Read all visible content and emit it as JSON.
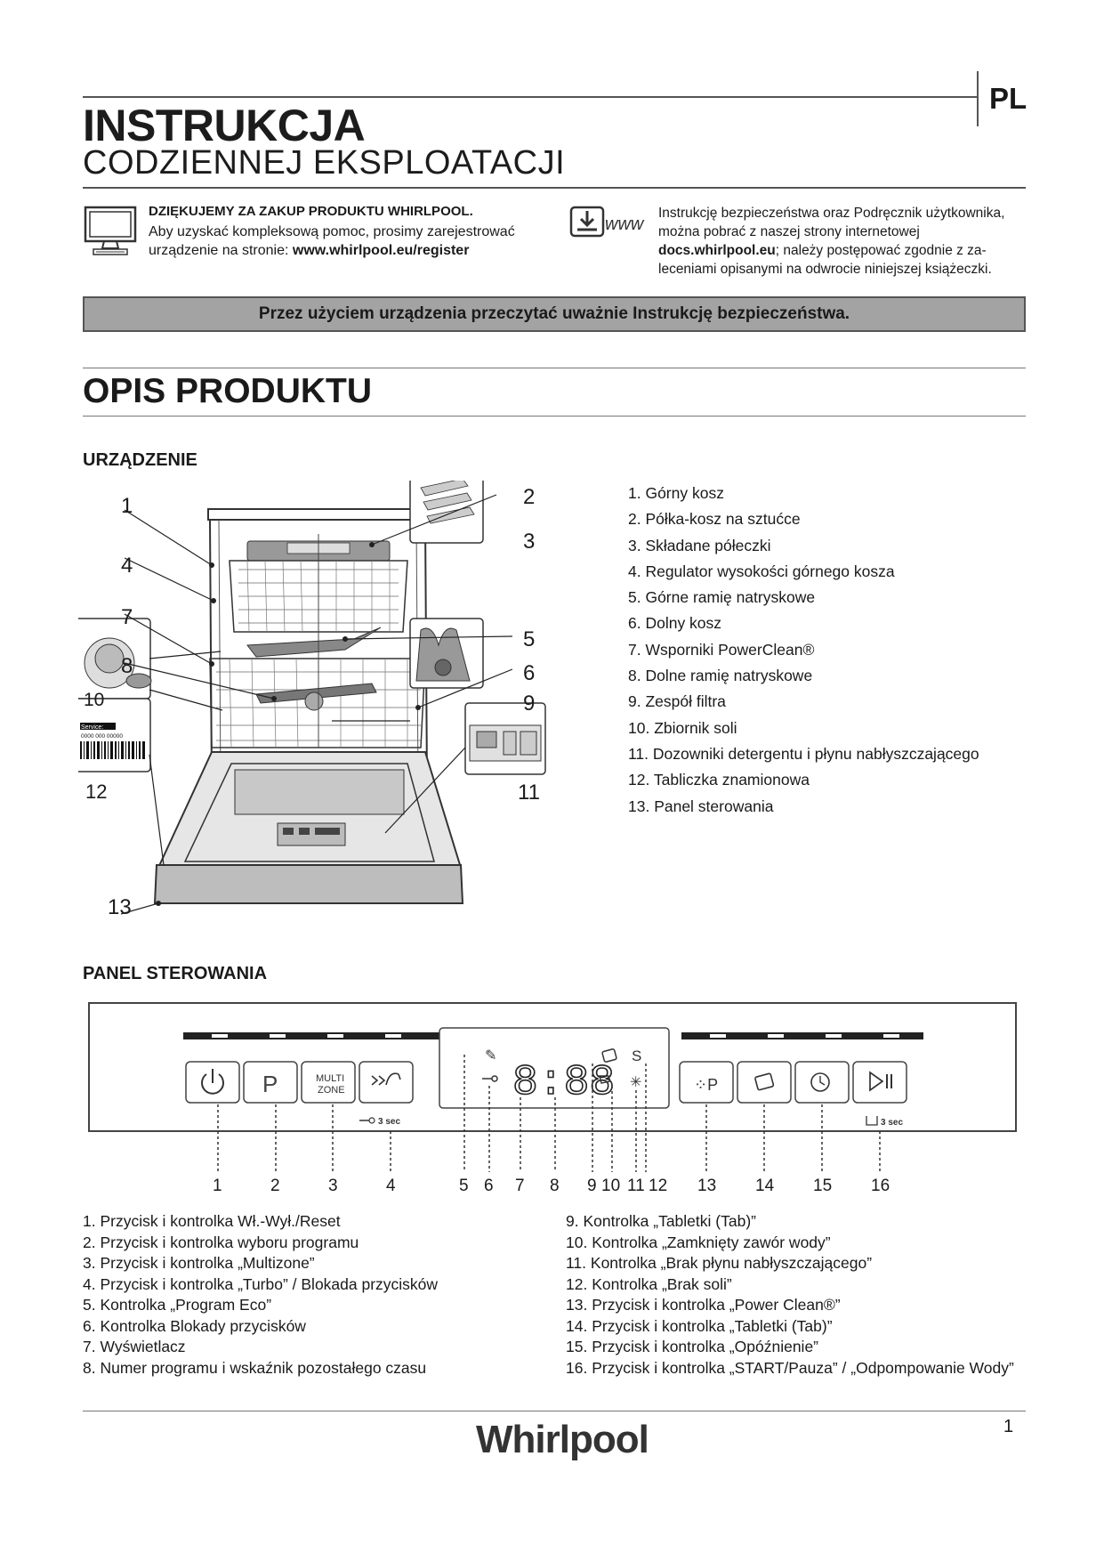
{
  "header": {
    "language": "PL",
    "title_main": "INSTRUKCJA",
    "title_sub": "CODZIENNEJ EKSPLOATACJI"
  },
  "thanks": {
    "heading": "DZIĘKUJEMY ZA ZAKUP PRODUKTU WHIRLPOOL.",
    "text_line1": "Aby uzyskać kompleksową pomoc, prosimy zarejestrować",
    "text_line2_prefix": "urządzenie na stronie: ",
    "link": "www.whirlpool.eu/register",
    "icon": "monitor-icon"
  },
  "docs": {
    "icon": "download-www-icon",
    "icon_text": "www",
    "line1": "Instrukcję bezpieczeństwa oraz Podręcznik użytkownika,",
    "line2": "można pobrać z naszej strony internetowej",
    "link": "docs.whirlpool.eu",
    "line3_suffix": "; należy postępować zgodnie z za-",
    "line4": "leceniami opisanymi na odwrocie niniejszej książeczki."
  },
  "banner": "Przez użyciem urządzenia przeczytać uważnie Instrukcję bezpieczeństwa.",
  "section_title": "OPIS PRODUKTU",
  "appliance": {
    "heading": "URZĄDZENIE",
    "callouts": [
      "1",
      "2",
      "3",
      "4",
      "7",
      "5",
      "8",
      "6",
      "10",
      "9",
      "12",
      "11",
      "13"
    ],
    "label_service": "Service:",
    "label_code": "0000 000 00000",
    "items": [
      "1. Górny kosz",
      "2. Półka-kosz na sztućce",
      "3. Składane półeczki",
      "4. Regulator wysokości górnego kosza",
      "5. Górne ramię natryskowe",
      "6. Dolny kosz",
      "7. Wsporniki PowerClean®",
      "8. Dolne ramię natryskowe",
      "9. Zespół filtra",
      "10. Zbiornik soli",
      "11. Dozowniki detergentu i płynu nabłyszczającego",
      "12. Tabliczka znamionowa",
      "13. Panel sterowania"
    ]
  },
  "control_panel": {
    "heading": "PANEL STEROWANIA",
    "display": "8:88",
    "multizone_label_1": "MULTI",
    "multizone_label_2": "ZONE",
    "program_label": "P",
    "lock_hint": "3 sec",
    "drain_hint": "3 sec",
    "numbers": [
      "1",
      "2",
      "3",
      "4",
      "5",
      "6",
      "7",
      "8",
      "9",
      "10",
      "11",
      "12",
      "13",
      "14",
      "15",
      "16"
    ],
    "items_left": [
      "1. Przycisk i kontrolka Wł.-Wył./Reset",
      "2. Przycisk i kontrolka wyboru programu",
      "3. Przycisk i kontrolka „Multizone”",
      "4. Przycisk i kontrolka „Turbo” / Blokada przycisków",
      "5. Kontrolka „Program Eco”",
      "6. Kontrolka Blokady przycisków",
      "7. Wyświetlacz",
      "8. Numer programu i wskaźnik pozostałego czasu"
    ],
    "items_right": [
      "9. Kontrolka „Tabletki (Tab)”",
      "10. Kontrolka „Zamknięty zawór wody”",
      "11. Kontrolka „Brak płynu nabłyszczającego”",
      "12. Kontrolka „Brak soli”",
      "13. Przycisk i kontrolka „Power Clean®”",
      "14. Przycisk i kontrolka „Tabletki (Tab)”",
      "15. Przycisk i kontrolka „Opóźnienie”",
      "16. Przycisk i kontrolka „START/Pauza” / „Odpompowanie Wody”"
    ]
  },
  "footer": {
    "logo": "Whirlpool",
    "page": "1"
  }
}
